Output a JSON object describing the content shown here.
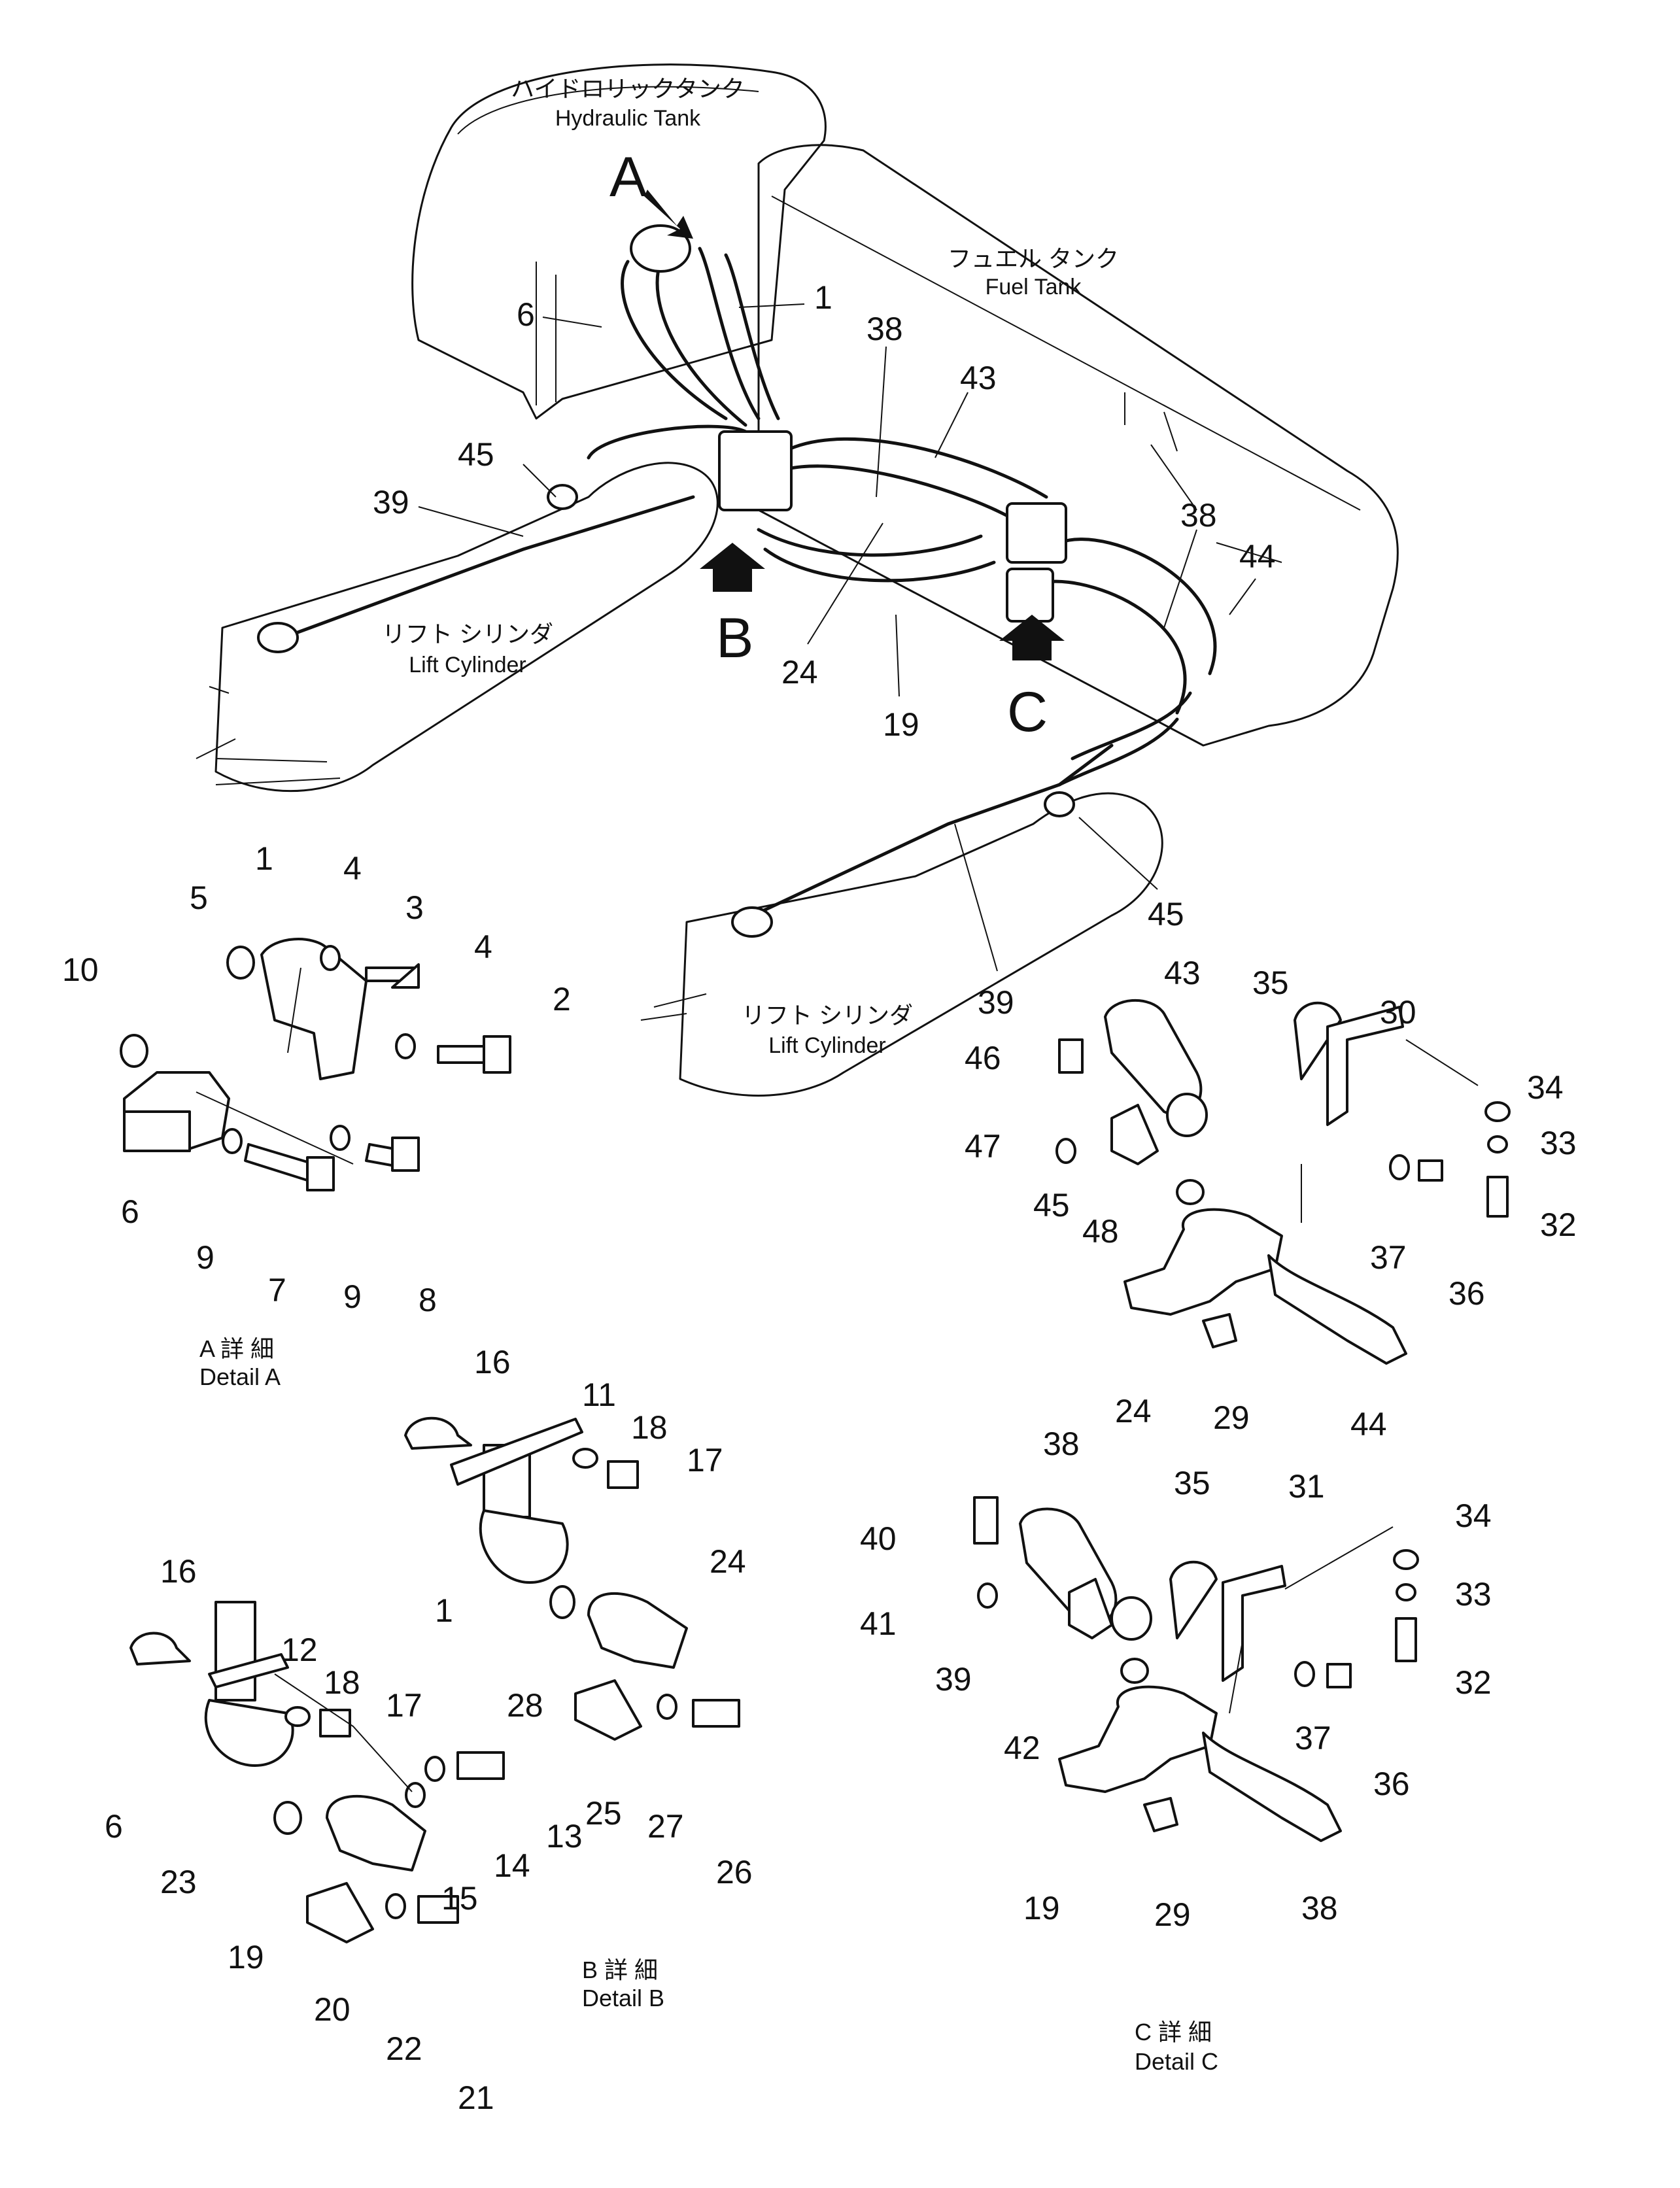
{
  "main_view": {
    "hydraulic_tank": {
      "jp": "ハイドロリックタンク",
      "en": "Hydraulic Tank"
    },
    "fuel_tank": {
      "jp": "フュエル タンク",
      "en": "Fuel Tank"
    },
    "lift_cylinder_left": {
      "jp": "リフト シリンダ",
      "en": "Lift Cylinder"
    },
    "lift_cylinder_right": {
      "jp": "リフト シリンダ",
      "en": "Lift Cylinder"
    },
    "view_letters": [
      "A",
      "B",
      "C"
    ],
    "callouts": [
      "1",
      "6",
      "38",
      "43",
      "45",
      "39",
      "24",
      "19",
      "38",
      "44",
      "45",
      "39"
    ]
  },
  "detail_a": {
    "label_jp": "A 詳 細",
    "label_en": "Detail A",
    "callouts": [
      "10",
      "5",
      "1",
      "4",
      "3",
      "4",
      "2",
      "6",
      "9",
      "7",
      "9",
      "8"
    ]
  },
  "detail_b": {
    "label_jp": "B 詳 細",
    "label_en": "Detail B",
    "callouts": [
      "16",
      "11",
      "18",
      "17",
      "24",
      "1",
      "28",
      "16",
      "12",
      "18",
      "17",
      "6",
      "13",
      "14",
      "15",
      "23",
      "25",
      "27",
      "26",
      "19",
      "20",
      "22",
      "21"
    ]
  },
  "detail_c_top": {
    "callouts": [
      "43",
      "35",
      "30",
      "34",
      "46",
      "33",
      "47",
      "45",
      "32",
      "48",
      "37",
      "36",
      "24",
      "29",
      "44"
    ]
  },
  "detail_c": {
    "label_jp": "C 詳 細",
    "label_en": "Detail C",
    "callouts": [
      "38",
      "35",
      "31",
      "34",
      "40",
      "33",
      "41",
      "39",
      "32",
      "42",
      "37",
      "36",
      "19",
      "29",
      "38"
    ]
  }
}
